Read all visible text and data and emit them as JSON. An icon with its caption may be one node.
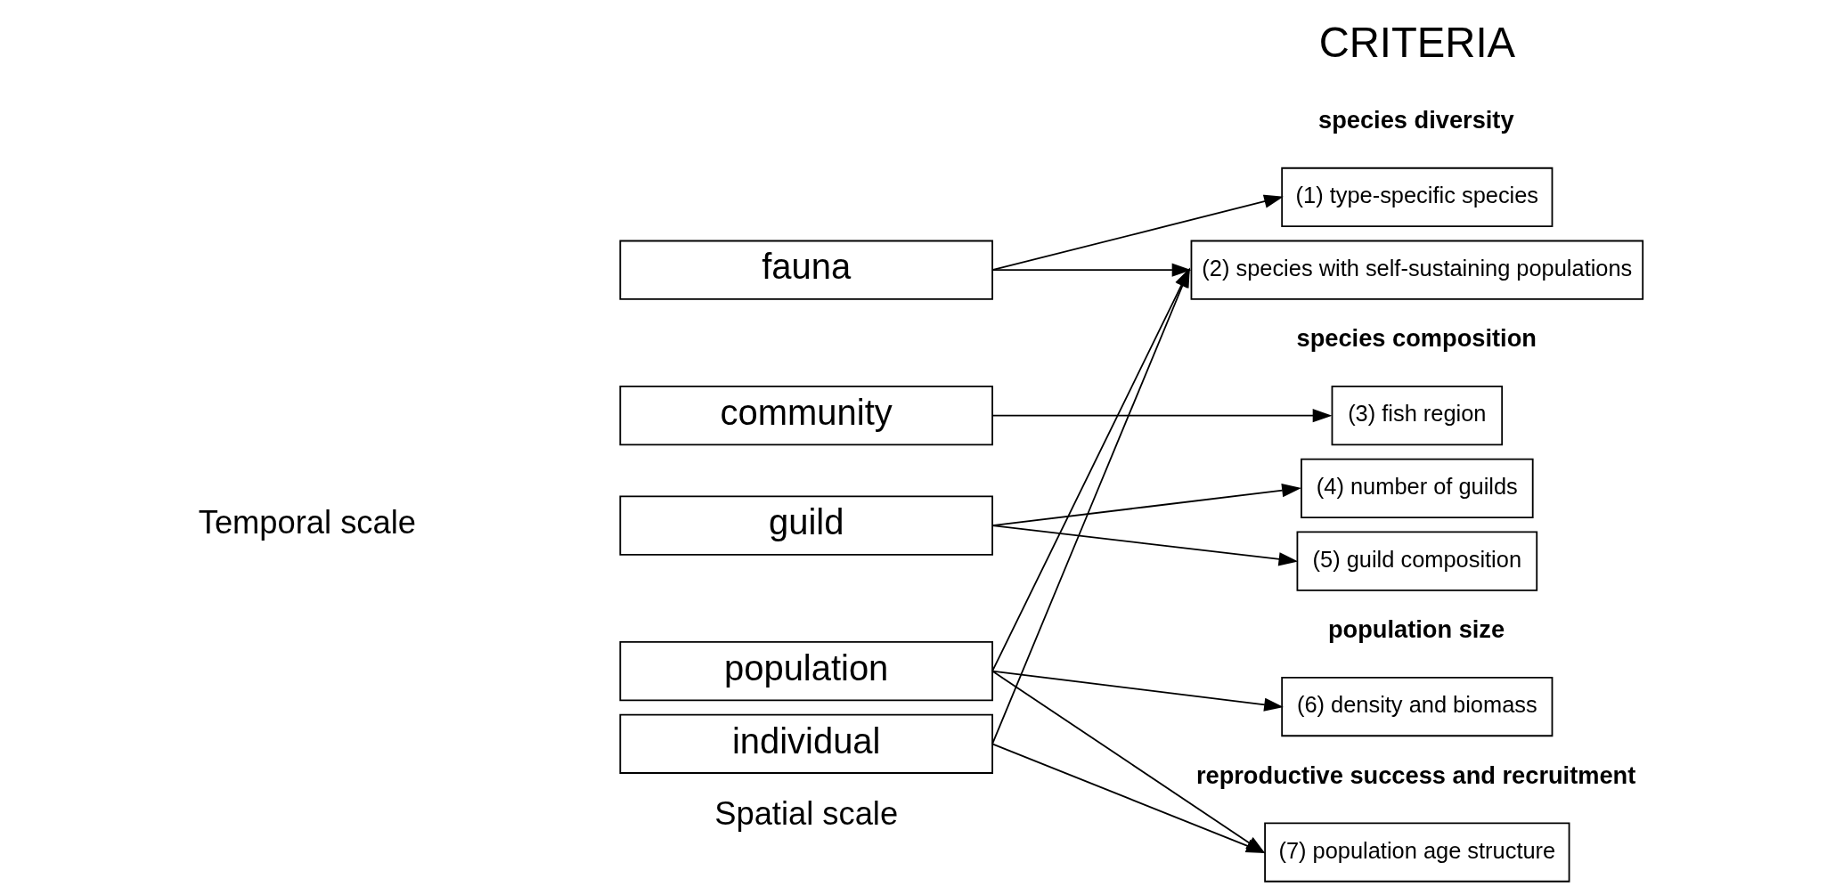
{
  "diagram": {
    "nodes": [
      {
        "text": [
          "fauna"
        ]
      },
      {
        "text": [
          "community"
        ]
      },
      {
        "text": [
          "guild"
        ]
      },
      {
        "text": [
          "population"
        ]
      },
      {
        "text": [
          "individual"
        ]
      },
      {
        "text": [
          "(1) type-specific species"
        ]
      },
      {
        "text": [
          "(2) species with self-sustaining populations"
        ]
      },
      {
        "text": [
          "(3) fish region"
        ]
      },
      {
        "text": [
          "(4) number of guilds"
        ]
      },
      {
        "text": [
          "(5) guild composition"
        ]
      },
      {
        "text": [
          "(6) density and biomass"
        ]
      },
      {
        "text": [
          "(7) population age structure"
        ]
      }
    ],
    "edges": [
      {
        "from": 0,
        "to": 5,
        "arrow": "to"
      },
      {
        "from": 0,
        "to": 6,
        "arrow": "to"
      },
      {
        "from": 1,
        "to": 7,
        "arrow": "to"
      },
      {
        "from": 2,
        "to": 8,
        "arrow": "to"
      },
      {
        "from": 2,
        "to": 9,
        "arrow": "to"
      },
      {
        "from": 3,
        "to": 6,
        "arrow": "to"
      },
      {
        "from": 3,
        "to": 10,
        "arrow": "to"
      },
      {
        "from": 3,
        "to": 11,
        "arrow": "to"
      },
      {
        "from": 4,
        "to": 6,
        "arrow": "to"
      },
      {
        "from": 4,
        "to": 11,
        "arrow": "to"
      }
    ],
    "labels": [
      "CRITERIA",
      "species diversity",
      "species composition",
      "population size",
      "reproductive success and recruitment",
      "Temporal scale",
      "Spatial scale"
    ]
  }
}
